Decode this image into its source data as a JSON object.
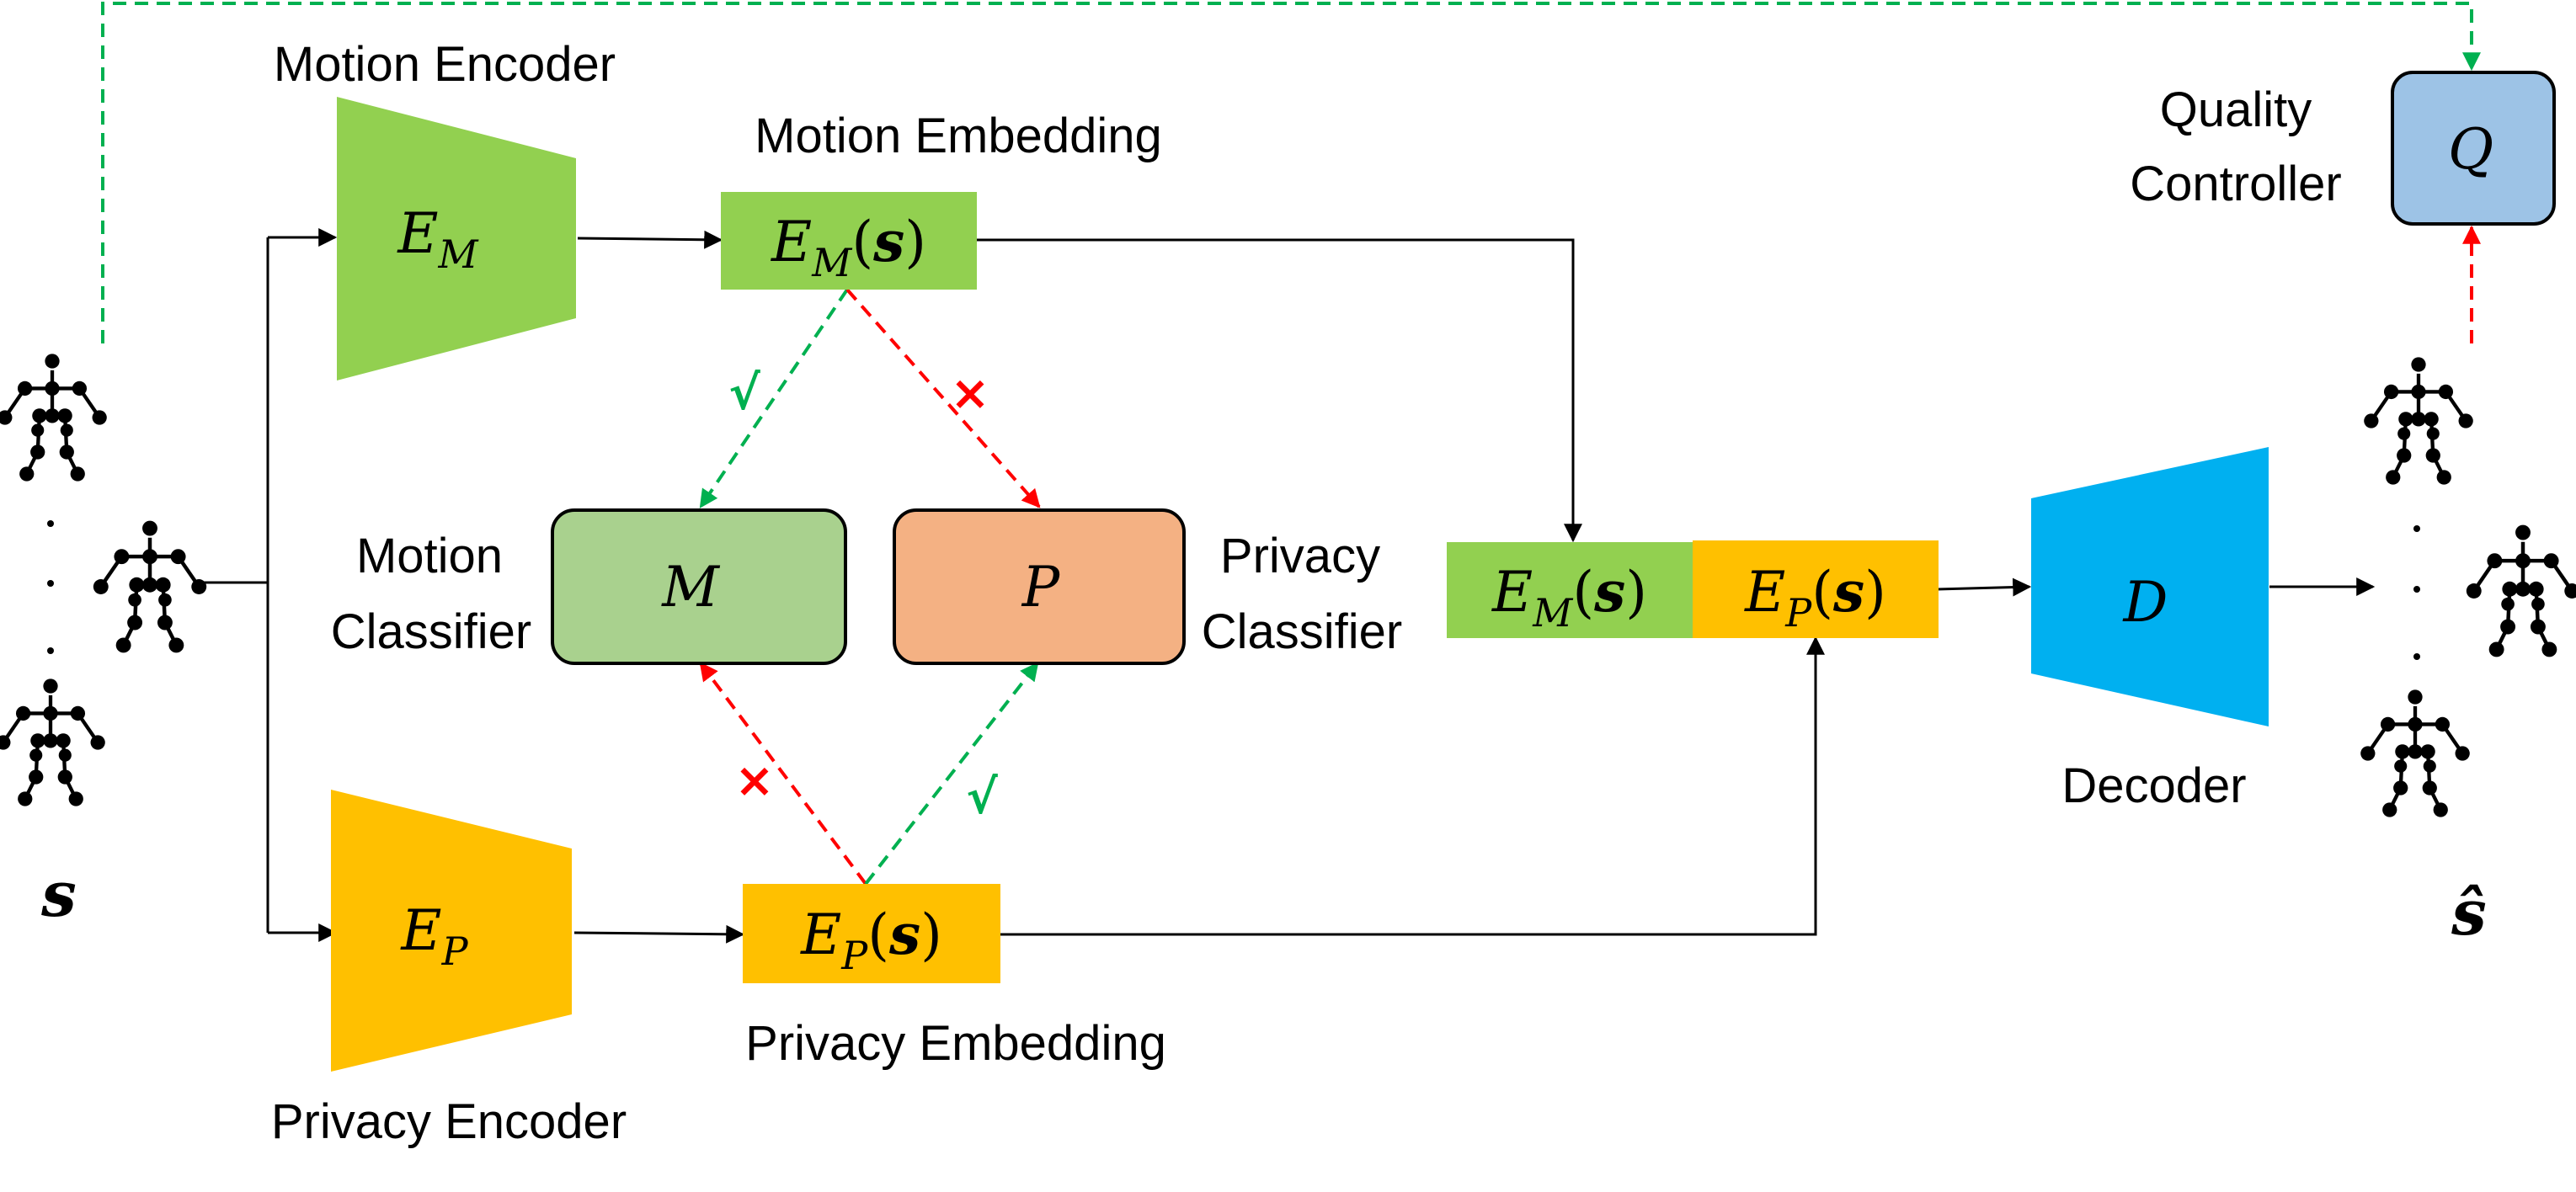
{
  "labels": {
    "motion_encoder": "Motion Encoder",
    "motion_embedding": "Motion Embedding",
    "privacy_encoder": "Privacy Encoder",
    "privacy_embedding": "Privacy Embedding",
    "motion_classifier_line1": "Motion",
    "motion_classifier_line2": "Classifier",
    "privacy_classifier_line1": "Privacy",
    "privacy_classifier_line2": "Classifier",
    "quality_controller_line1": "Quality",
    "quality_controller_line2": "Controller",
    "decoder": "Decoder"
  },
  "symbols": {
    "E": "E",
    "sub_M": "M",
    "sub_P": "P",
    "s": "s",
    "s_hat": "ŝ",
    "lparen": "(",
    "rparen": ")",
    "M": "M",
    "P": "P",
    "D": "D",
    "Q": "Q",
    "check": "√",
    "cross": "×"
  },
  "colors": {
    "motion_green": "#92d050",
    "privacy_yellow": "#ffc000",
    "motion_classifier_fill": "#a9d18e",
    "privacy_classifier_fill": "#f4b183",
    "decoder_blue": "#00b0f0",
    "quality_blue": "#9dc3e6",
    "accept_green": "#00b050",
    "reject_red": "#ff0000"
  }
}
